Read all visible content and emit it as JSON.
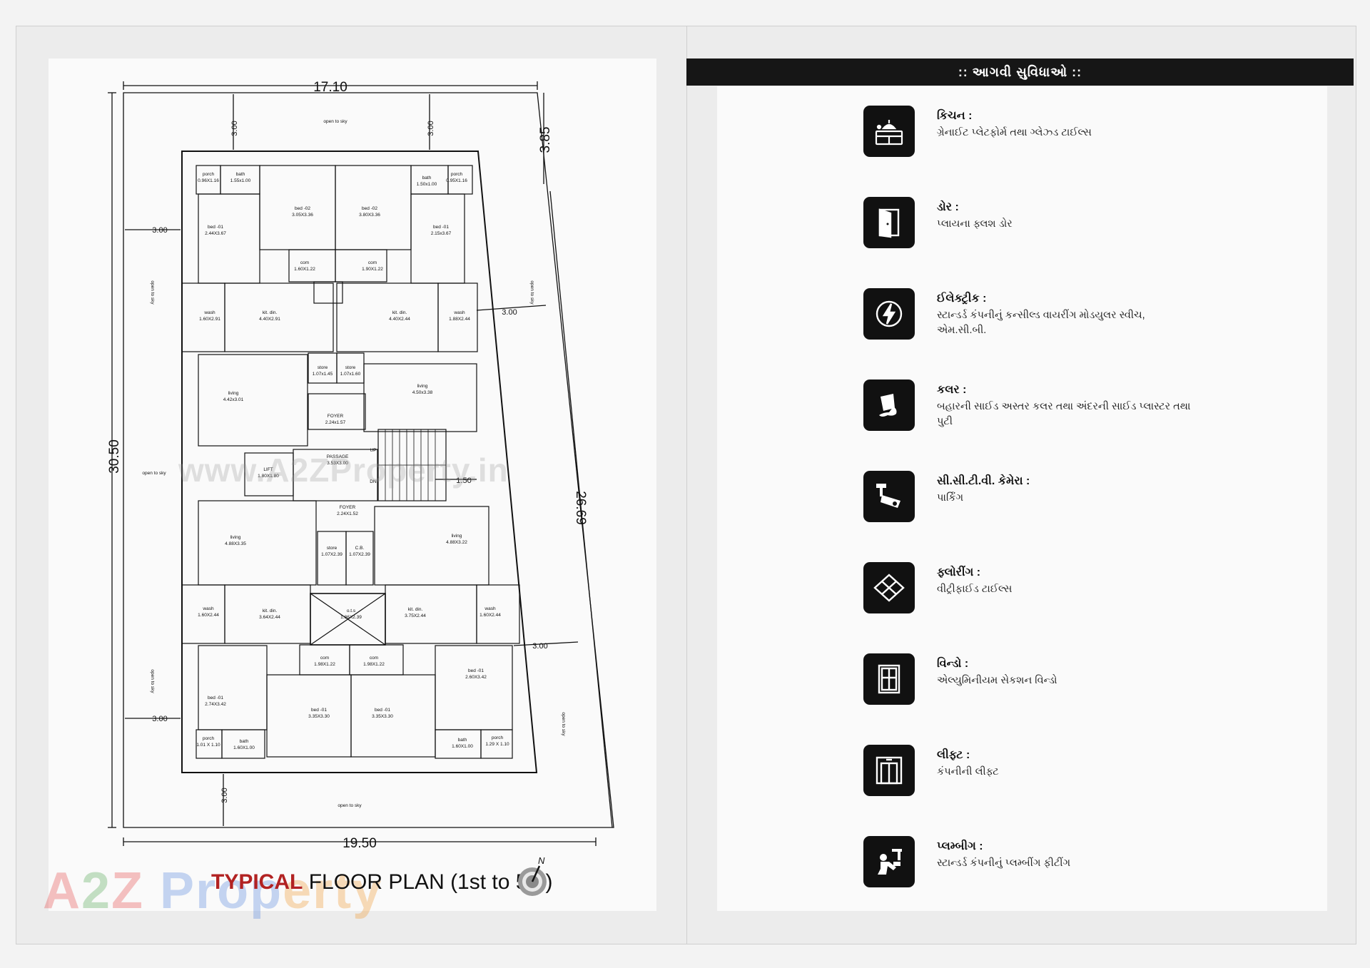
{
  "header": {
    "title": ":: આગવી સુવિધાઓ ::"
  },
  "plan": {
    "title_accent": "TYPICAL",
    "title_rest": "FLOOR PLAN (1st to 5th)",
    "watermark": "www.A2ZProperty.in",
    "brand": {
      "a": "A",
      "two": "2",
      "z": "Z",
      "p1": "Prop",
      "p2": "erty"
    },
    "compass_label": "N",
    "dimensions": {
      "top": "17.10",
      "bottom": "19.50",
      "left": "30.50",
      "right": "26.69",
      "corner": "3.85",
      "setback": "3.00",
      "stair": "1.50"
    },
    "labels": {
      "open_to_sky": "open to sky",
      "porch": "porch",
      "bath": "bath",
      "bed1": "bed -01",
      "bed2": "bed -02",
      "com": "com",
      "wash": "wash",
      "kit_din": "kit. din.",
      "living": "living",
      "store": "store",
      "foyer": "FOYER",
      "passage": "PASSAGE",
      "lift": "LIFT",
      "up": "UP",
      "dn": "DN",
      "ots": "o.t.s",
      "cb": "C.B.",
      "sizes": {
        "porch_tl": "0.96X1.16",
        "bath_tl": "1.55x1.00",
        "bed2_l": "3.05X3.36",
        "bed2_r": "3.80X3.36",
        "bath_tr": "1.50x1.00",
        "porch_tr": "0.95X1.16",
        "bed1_tl": "2.44X3.67",
        "bed1_tr": "2.15x3.67",
        "com_l": "1.60X1.22",
        "com_r": "1.90X1.22",
        "wash_l": "1.60X2.91",
        "kit_l": "4.40X2.91",
        "kit_r": "4.40X2.44",
        "wash_r": "1.88X2.44",
        "store_l": "1.07x1.45",
        "store_r": "1.07x1.60",
        "living_l": "4.42x3.01",
        "living_r": "4.50x3.38",
        "foyer_top": "2.24x1.57",
        "passage": "3.53X3.00",
        "lift": "1.80X1.80",
        "foyer_bot": "2.24X1.52",
        "living_bl": "4.88X3.35",
        "living_br": "4.88X3.22",
        "store_b": "1.07X2.39",
        "cb_b": "1.07X2.39",
        "wash_bl": "1.60X2.44",
        "kit_bl": "3.64X2.44",
        "ots_b": "1.86X2.39",
        "kit_br": "3.75X2.44",
        "wash_br": "1.60X2.44",
        "com_bl": "1.98X1.22",
        "com_br": "1.98X1.22",
        "bed1_bl": "2.74X3.42",
        "bed1_bml": "3.35X3.30",
        "bed1_bmr": "3.35X3.30",
        "bed1_br": "2.60X3.42",
        "porch_bl": "1.01 X 1.10",
        "bath_bl": "1.60X1.00",
        "bath_br": "1.60X1.00",
        "porch_br": "1.29 X 1.10"
      }
    }
  },
  "amenities": [
    {
      "icon": "kitchen-icon",
      "title": "કિચન :",
      "desc": "ગ્રેનાઈટ પ્લેટફોર્મ તથા ગ્લેઝ્ડ ટાઈલ્સ"
    },
    {
      "icon": "door-icon",
      "title": "ડોર :",
      "desc": "પ્લાયના ફ્લશ ડોર"
    },
    {
      "icon": "electric-icon",
      "title": "ઈલેક્ટ્રીક :",
      "desc": "સ્ટાન્ડર્ડ કંપનીનું કન્સીલ્ડ વાયરીંગ મોડયુલર સ્વીચ, એમ.સી.બી."
    },
    {
      "icon": "paint-icon",
      "title": "કલર :",
      "desc": "બહારની સાઈડ અસ્તર કલર તથા અંદરની સાઈડ પ્લાસ્ટર તથા પુટી"
    },
    {
      "icon": "cctv-icon",
      "title": "સી.સી.ટી.વી. કેમેરા :",
      "desc": "પાર્કિંગ"
    },
    {
      "icon": "flooring-icon",
      "title": "ફ્લોરીંગ :",
      "desc": "વીટ્રીફાઈડ ટાઈલ્સ"
    },
    {
      "icon": "window-icon",
      "title": "વિન્ડો :",
      "desc": "એલ્યુમિનીયમ સેકશન વિન્ડો"
    },
    {
      "icon": "lift-icon",
      "title": "લીફ્ટ :",
      "desc": "કંપનીની લીફ્ટ"
    },
    {
      "icon": "plumbing-icon",
      "title": "પ્લમ્બીગ :",
      "desc": "સ્ટાન્ડર્ડ કંપનીનું પ્લમ્બીંગ ફીટીંગ"
    }
  ]
}
